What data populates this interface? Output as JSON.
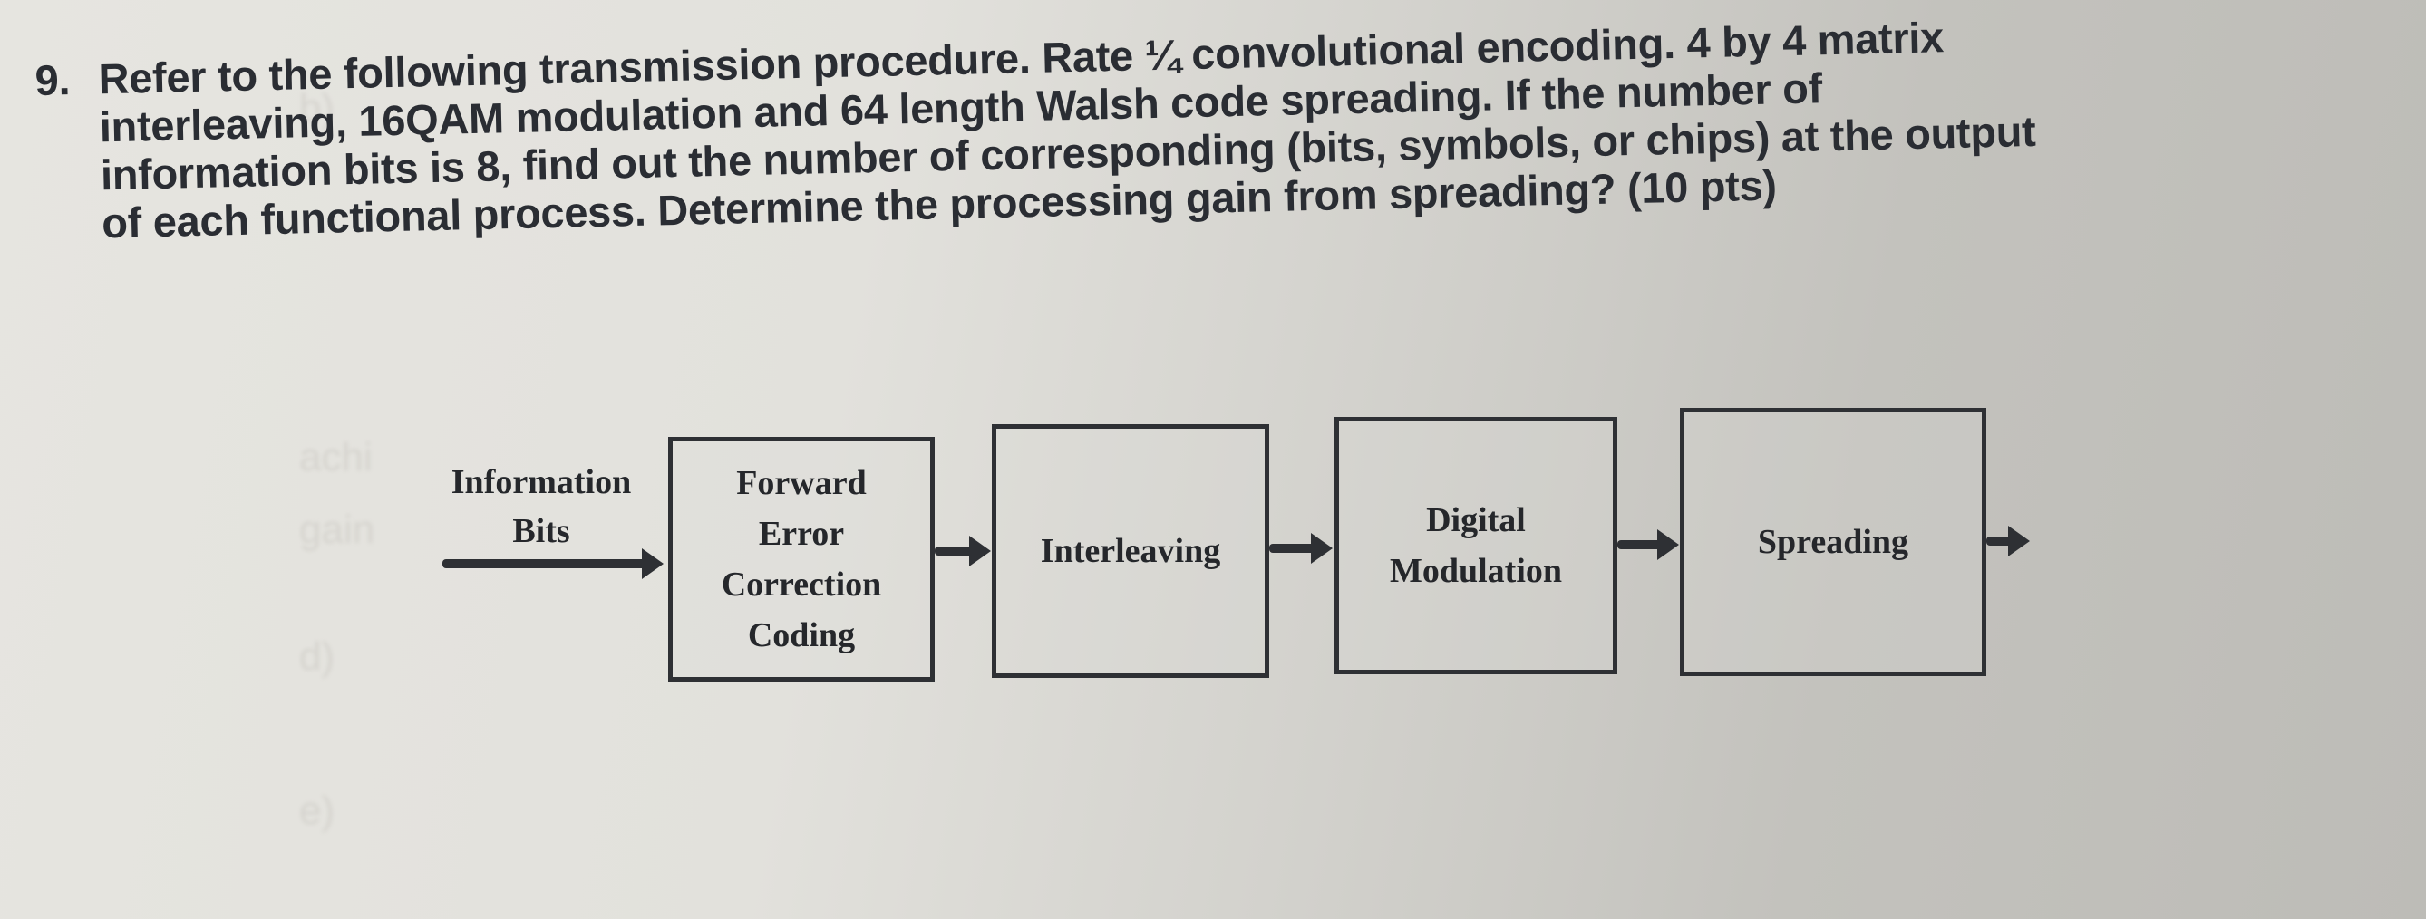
{
  "question": {
    "number": "9.",
    "lines": [
      "Refer to the following transmission procedure. Rate ¼ convolutional encoding. 4 by 4 matrix",
      "interleaving, 16QAM modulation and 64 length Walsh code spreading.  If the number of",
      "information bits is 8, find out the number of corresponding (bits, symbols, or chips) at the output",
      "of each functional process. Determine the processing gain from spreading? (10 pts)"
    ]
  },
  "diagram": {
    "input_label": "Information\nBits",
    "blocks": [
      {
        "label": "Forward\nError\nCorrection\nCoding"
      },
      {
        "label": "Interleaving"
      },
      {
        "label": "Digital\nModulation"
      },
      {
        "label": "Spreading"
      }
    ],
    "arrows": [
      "arrow-right",
      "arrow-right",
      "arrow-right",
      "arrow-right",
      "arrow-right"
    ]
  },
  "colors": {
    "paper": "#e2e1dc",
    "ink": "#2a2d33"
  }
}
